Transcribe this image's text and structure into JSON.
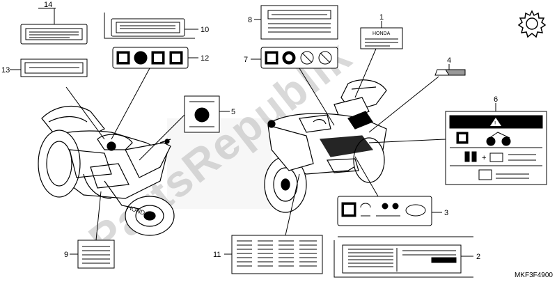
{
  "diagram": {
    "callouts": [
      "1",
      "2",
      "3",
      "4",
      "5",
      "6",
      "7",
      "8",
      "9",
      "10",
      "11",
      "12",
      "13",
      "14"
    ],
    "honda_mark": "HONDA",
    "watermark": "PartsRepublik",
    "drawing_code": "MKF3F4900"
  },
  "icons": {
    "gear": "gear-icon",
    "warning": "warning-triangle-icon",
    "motorcycle": "motorcycle-icon",
    "passenger": "passenger-icon",
    "luggage": "luggage-icon",
    "manual": "manual-book-icon",
    "helmet": "helmet-icon",
    "chain": "chain-icon"
  },
  "colors": {
    "ink": "#000000",
    "watermark": "#d9d9d9",
    "label_fill": "#ffffff",
    "dark_band": "#000000"
  }
}
